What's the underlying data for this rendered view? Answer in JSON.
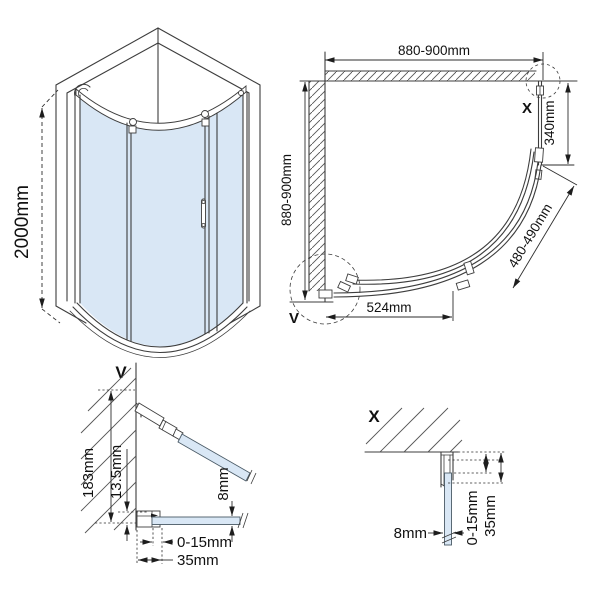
{
  "drawing": {
    "perspective": {
      "height": "2000mm"
    },
    "plan": {
      "width_top": "880-900mm",
      "depth_left": "880-900mm",
      "side_panel_length": "340mm",
      "entry_width": "480-490mm",
      "front_projection": "524mm",
      "detail_marker_top": "X",
      "detail_marker_bottom": "V"
    },
    "detail_v": {
      "label": "V",
      "total_height": "183mm",
      "profile_offset": "13.5mm",
      "glass_thickness": "8mm",
      "adjustment_range": "0-15mm",
      "profile_width": "35mm"
    },
    "detail_x": {
      "label": "X",
      "glass_thickness": "8mm",
      "adjustment_range": "0-15mm",
      "profile_width": "35mm"
    }
  },
  "colors": {
    "glass": "#d9e7f5",
    "line": "#3d3d3d",
    "hatch": "#555555",
    "text": "#111111"
  }
}
